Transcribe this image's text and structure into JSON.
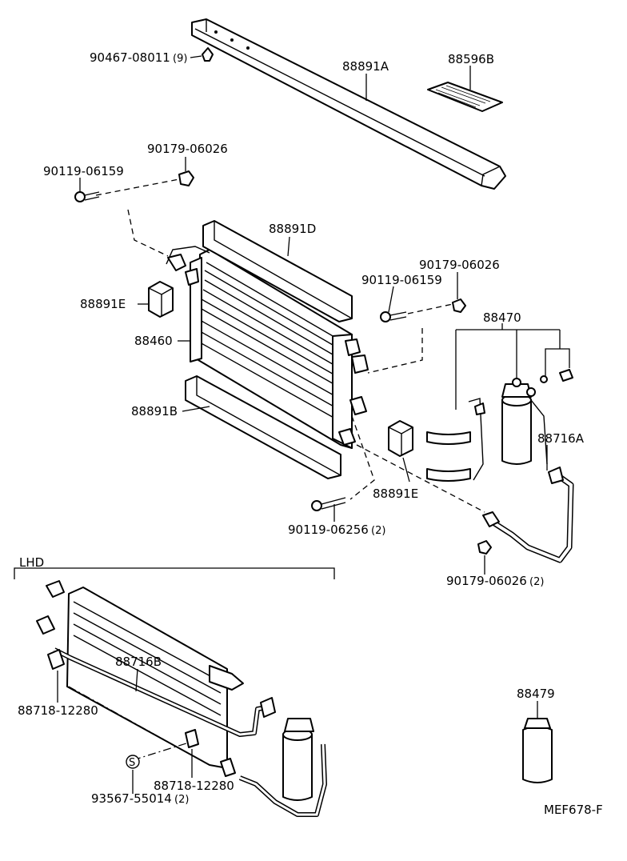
{
  "labels": {
    "p90467": "90467-08011",
    "p90467_qty": "(9)",
    "p88891A": "88891A",
    "p88596B": "88596B",
    "p90179_top": "90179-06026",
    "p90119_top": "90119-06159",
    "p88891D": "88891D",
    "p90179_mid": "90179-06026",
    "p90119_mid": "90119-06159",
    "p88891E_left": "88891E",
    "p88460": "88460",
    "p88470": "88470",
    "p88891B": "88891B",
    "p88716A": "88716A",
    "p88891E_right": "88891E",
    "p90119_06256": "90119-06256",
    "p90119_06256_qty": "(2)",
    "p90179_bot": "90179-06026",
    "p90179_bot_qty": "(2)",
    "lhd": "LHD",
    "p88716B": "88716B",
    "p88718_a": "88718-12280",
    "s_mark": "S",
    "p88718_b": "88718-12280",
    "p93567": "93567-55014",
    "p93567_qty": "(2)",
    "p88479": "88479",
    "code": "MEF678-F"
  }
}
